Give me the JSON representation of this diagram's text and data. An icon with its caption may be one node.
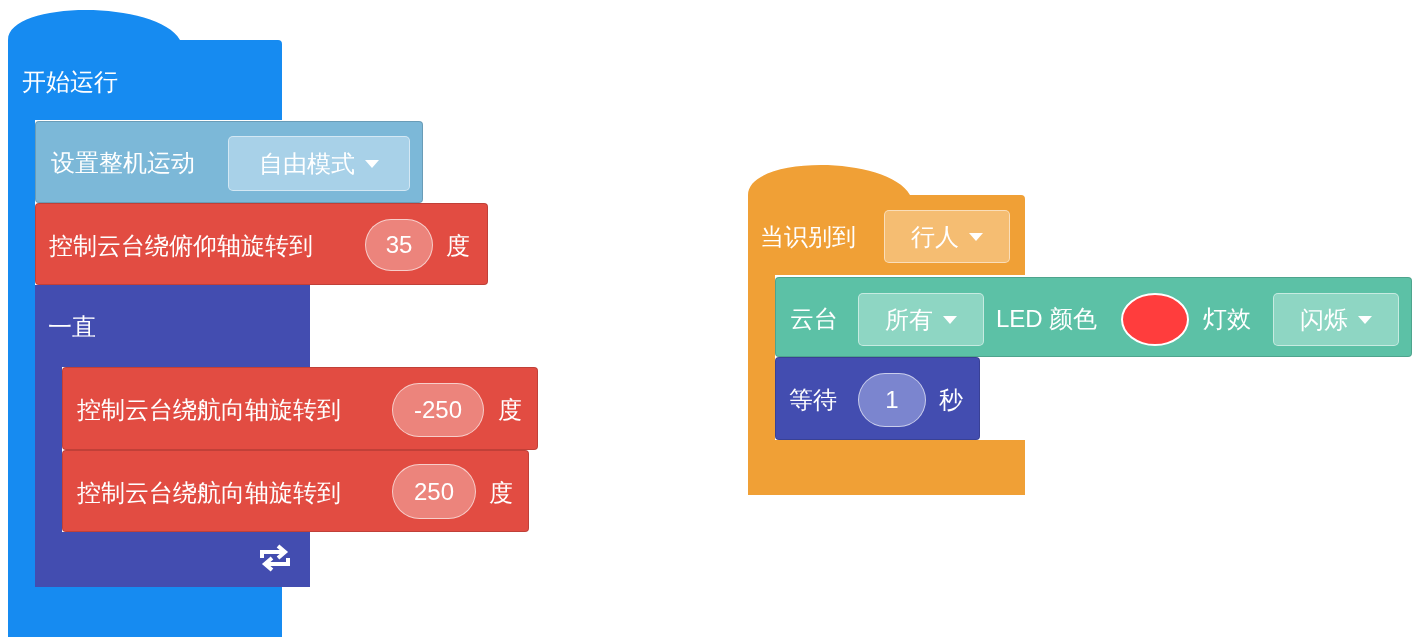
{
  "diagram": {
    "nodes": [
      {
        "text": [
          "开始运行"
        ]
      },
      {
        "text": [
          "设置整机运动"
        ]
      },
      {
        "text": [
          "自由模式"
        ],
        "in": 1
      },
      {
        "text": [
          "控制云台绕俯仰轴旋转到",
          "度"
        ]
      },
      {
        "text": [
          "35"
        ],
        "in": 3
      },
      {
        "text": [
          "一直"
        ]
      },
      {
        "text": [
          "控制云台绕航向轴旋转到",
          "度"
        ]
      },
      {
        "text": [
          "-250"
        ],
        "in": 6
      },
      {
        "text": [
          "控制云台绕航向轴旋转到",
          "度"
        ]
      },
      {
        "text": [
          "250"
        ],
        "in": 8
      },
      {
        "text": [
          "当识别到"
        ]
      },
      {
        "text": [
          "行人"
        ],
        "in": 10
      },
      {
        "text": [
          "云台",
          "LED 颜色",
          "灯效"
        ]
      },
      {
        "text": [
          "所有"
        ],
        "in": 12
      },
      {
        "text": [],
        "shape": "circle",
        "in": 12
      },
      {
        "text": [
          "闪烁"
        ],
        "in": 12
      },
      {
        "text": [
          "等待",
          "秒"
        ],
        "in": 10
      },
      {
        "text": [
          "1"
        ],
        "in": 16
      }
    ]
  }
}
